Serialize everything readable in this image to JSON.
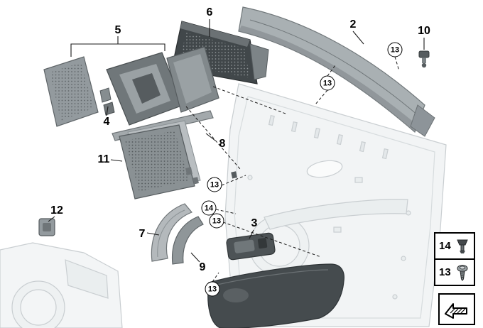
{
  "diagram": {
    "type": "exploded-parts-diagram",
    "subject": "door trim panel exploded view",
    "callouts": [
      {
        "label": "5"
      },
      {
        "label": "6"
      },
      {
        "label": "2"
      },
      {
        "label": "10"
      },
      {
        "label": "4"
      },
      {
        "label": "8"
      },
      {
        "label": "11"
      },
      {
        "label": "12"
      },
      {
        "label": "7"
      },
      {
        "label": "3"
      },
      {
        "label": "9"
      }
    ],
    "markers": [
      {
        "label": "13"
      },
      {
        "label": "13"
      },
      {
        "label": "13"
      },
      {
        "label": "14"
      },
      {
        "label": "13"
      },
      {
        "label": "13"
      }
    ],
    "legend": {
      "rows": [
        {
          "label": "14",
          "icon": "clip-icon"
        },
        {
          "label": "13",
          "icon": "screw-icon"
        }
      ],
      "direction_symbol": "direction-arrow-icon"
    },
    "colors": {
      "background": "#ffffff",
      "callout_line": "#1a1a1a",
      "ghost_line": "#c9ced1",
      "part_dark": "#41474a",
      "part_mid": "#8a9194",
      "part_light": "#b4b9bc"
    }
  }
}
